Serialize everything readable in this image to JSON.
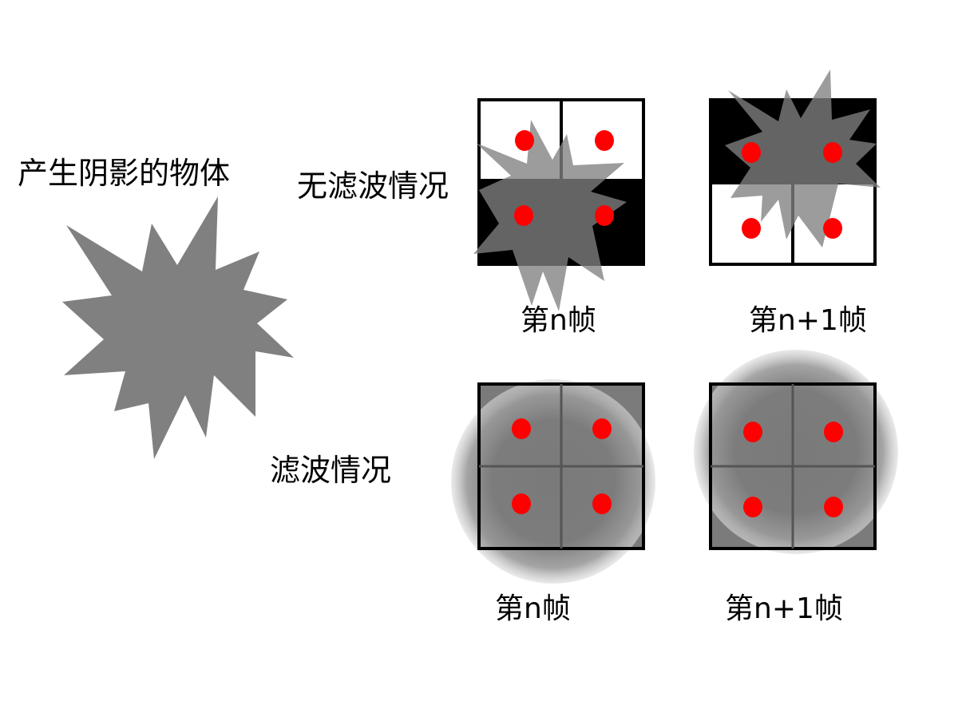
{
  "labels": {
    "shadow_object": "产生阴影的物体",
    "no_filter_case": "无滤波情况",
    "filter_case": "滤波情况",
    "frame_n_top": "第n帧",
    "frame_n1_top": "第n+1帧",
    "frame_n_bottom": "第n帧",
    "frame_n1_bottom": "第n+1帧"
  },
  "colors": {
    "star_gray": "#808080",
    "shadow_black": "#000000",
    "sample_red": "#ff0000",
    "grid_border": "#000000",
    "filtered_gray": "#7a7a7a"
  }
}
